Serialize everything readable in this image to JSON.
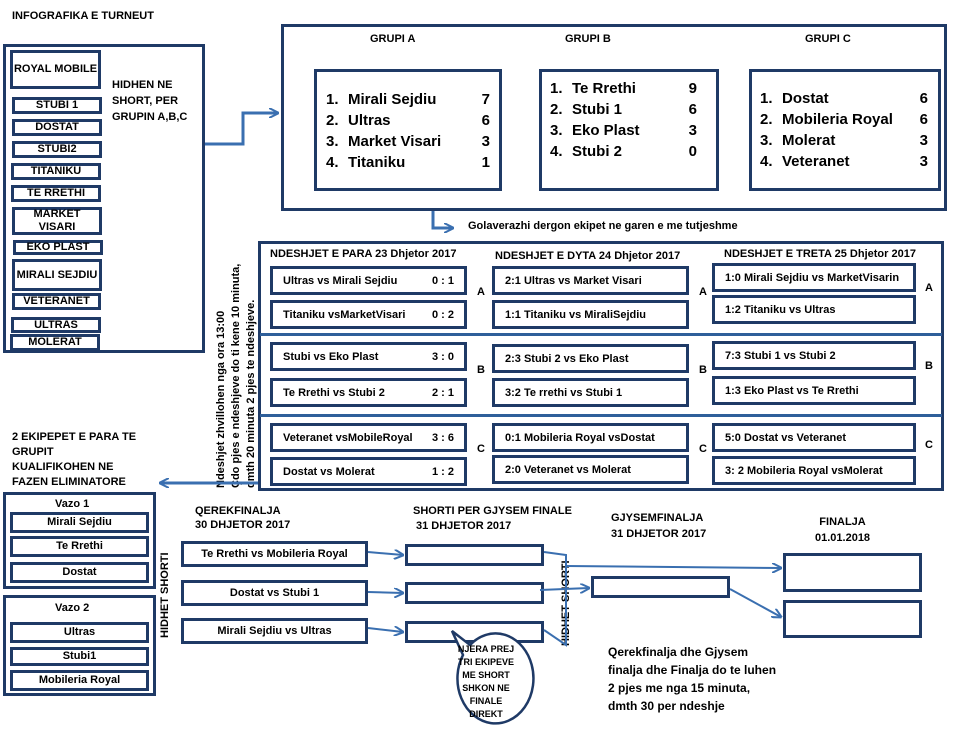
{
  "title": "INFOGRAFIKA  E TURNEUT",
  "teams_panel": {
    "teams": [
      "ROYAL MOBILE",
      "STUBI  1",
      "DOSTAT",
      "STUBI2",
      "TITANIKU",
      "TE RRETHI",
      "MARKET VISARI",
      "EKO PLAST",
      "MIRALI SEJDIU",
      "VETERANET",
      "ULTRAS",
      "MOLERAT"
    ],
    "note": [
      "HIDHEN  NE",
      "SHORT,  PER",
      "GRUPIN  A,B,C"
    ]
  },
  "groups": [
    {
      "title": "GRUPI  A",
      "standings": [
        {
          "pos": "1.",
          "team": "Mirali Sejdiu",
          "pts": "7"
        },
        {
          "pos": "2.",
          "team": "Ultras",
          "pts": "6"
        },
        {
          "pos": "3.",
          "team": "Market Visari",
          "pts": "3"
        },
        {
          "pos": "4.",
          "team": "Titaniku",
          "pts": "1"
        }
      ]
    },
    {
      "title": "GRUPI  B",
      "standings": [
        {
          "pos": "1.",
          "team": "Te Rrethi",
          "pts": "9"
        },
        {
          "pos": "2.",
          "team": "Stubi 1",
          "pts": "6"
        },
        {
          "pos": "3.",
          "team": "Eko Plast",
          "pts": "3"
        },
        {
          "pos": "4.",
          "team": "Stubi 2",
          "pts": "0"
        }
      ]
    },
    {
      "title": "GRUPI  C",
      "standings": [
        {
          "pos": "1.",
          "team": "Dostat",
          "pts": "6"
        },
        {
          "pos": "2.",
          "team": "Mobileria Royal",
          "pts": "6"
        },
        {
          "pos": "3.",
          "team": "Molerat",
          "pts": "3"
        },
        {
          "pos": "4.",
          "team": "Veteranet",
          "pts": "3"
        }
      ]
    }
  ],
  "goal_diff_note": "Golaverazhi  dergon ekipet ne garen e me tutjeshme",
  "schedule_note": [
    "Ndeshjet zhvillohen  nga ora 13:00",
    "Çdo pjes e ndeshjeve do ti kene 10 minuta,",
    "dmth 20 minuta 2 pjes te ndeshjeve."
  ],
  "matchdays": [
    {
      "title": "NDESHJET  E PARA 23 Dhjetor 2017",
      "matches": [
        {
          "text": "Ultras vs Mirali  Sejdiu",
          "score": "0 : 1"
        },
        {
          "text": "Titaniku  vsMarketVisari",
          "score": "0 : 2"
        },
        {
          "text": "Stubi vs Eko Plast",
          "score": "3 : 0"
        },
        {
          "text": "Te Rrethi vs Stubi 2",
          "score": "2 : 1"
        },
        {
          "text": "Veteranet vsMobileRoyal",
          "score": "3 : 6"
        },
        {
          "text": "Dostat  vs Molerat",
          "score": "1 : 2"
        }
      ]
    },
    {
      "title": "NDESHJET  E DYTA 24 Dhjetor 2017",
      "matches": [
        {
          "text": "2:1 Ultras vs Market  Visari",
          "score": ""
        },
        {
          "text": "1:1 Titaniku  vs MiraliSejdiu",
          "score": ""
        },
        {
          "text": "2:3 Stubi 2 vs Eko Plast",
          "score": ""
        },
        {
          "text": "3:2 Te  rrethi vs Stubi 1",
          "score": ""
        },
        {
          "text": "0:1 Mobileria  Royal  vsDostat",
          "score": ""
        },
        {
          "text": "2:0   Veteranet vs Molerat",
          "score": ""
        }
      ]
    },
    {
      "title": "NDESHJET  E TRETA  25 Dhjetor 2017",
      "matches": [
        {
          "text": "1:0  Mirali Sejdiu vs MarketVisarin",
          "score": ""
        },
        {
          "text": "1:2  Titaniku  vs  Ultras",
          "score": ""
        },
        {
          "text": "7:3  Stubi 1 vs Stubi 2",
          "score": ""
        },
        {
          "text": "1:3  Eko Plast vs Te Rrethi",
          "score": ""
        },
        {
          "text": "5:0  Dostat vs Veteranet",
          "score": ""
        },
        {
          "text": "3: 2  Mobileria  Royal  vsMolerat",
          "score": ""
        }
      ]
    }
  ],
  "group_labels": [
    "A",
    "B",
    "C"
  ],
  "qualify_note": [
    "2 EKIPEPET  E PARA TE",
    "GRUPIT",
    "KUALIFIKOHEN  NE",
    "FAZEN ELIMINATORE"
  ],
  "pots": [
    {
      "title": "Vazo 1",
      "teams": [
        "Mirali Sejdiu",
        "Te Rrethi",
        "Dostat"
      ]
    },
    {
      "title": "Vazo 2",
      "teams": [
        "Ultras",
        "Stubi1",
        "Mobileria Royal"
      ]
    }
  ],
  "draw_label": "HIDHET SHORTI",
  "quarterfinals": {
    "title": [
      "QEREKFINALJA",
      "30 DHJETOR 2017"
    ],
    "matches": [
      "Te Rrethi vs Mobileria Royal",
      "Dostat vs Stubi 1",
      "Mirali Sejdiu vs Ultras"
    ]
  },
  "semifinal_draw": {
    "title": [
      "SHORTI  PER  GJYSEM  FINALE",
      "31 DHJETOR  2017"
    ]
  },
  "bubble": [
    "NJERA PREJ",
    "TRI EKIPEVE",
    "ME SHORT",
    "SHKON NE",
    "FINALE",
    "DIREKT"
  ],
  "semifinals": {
    "title": [
      "GJYSEMFINALJA",
      "31 DHJETOR  2017"
    ]
  },
  "final": {
    "title": [
      "FINALJA",
      "01.01.2018"
    ]
  },
  "duration_note": [
    "Qerekfinalja  dhe Gjysem",
    "finalja   dhe Finalja  do te luhen",
    "2 pjes me nga 15 minuta,",
    "dmth 30 per ndeshje"
  ],
  "colors": {
    "border": "#1f3a66",
    "arrow": "#3a6fb0"
  }
}
